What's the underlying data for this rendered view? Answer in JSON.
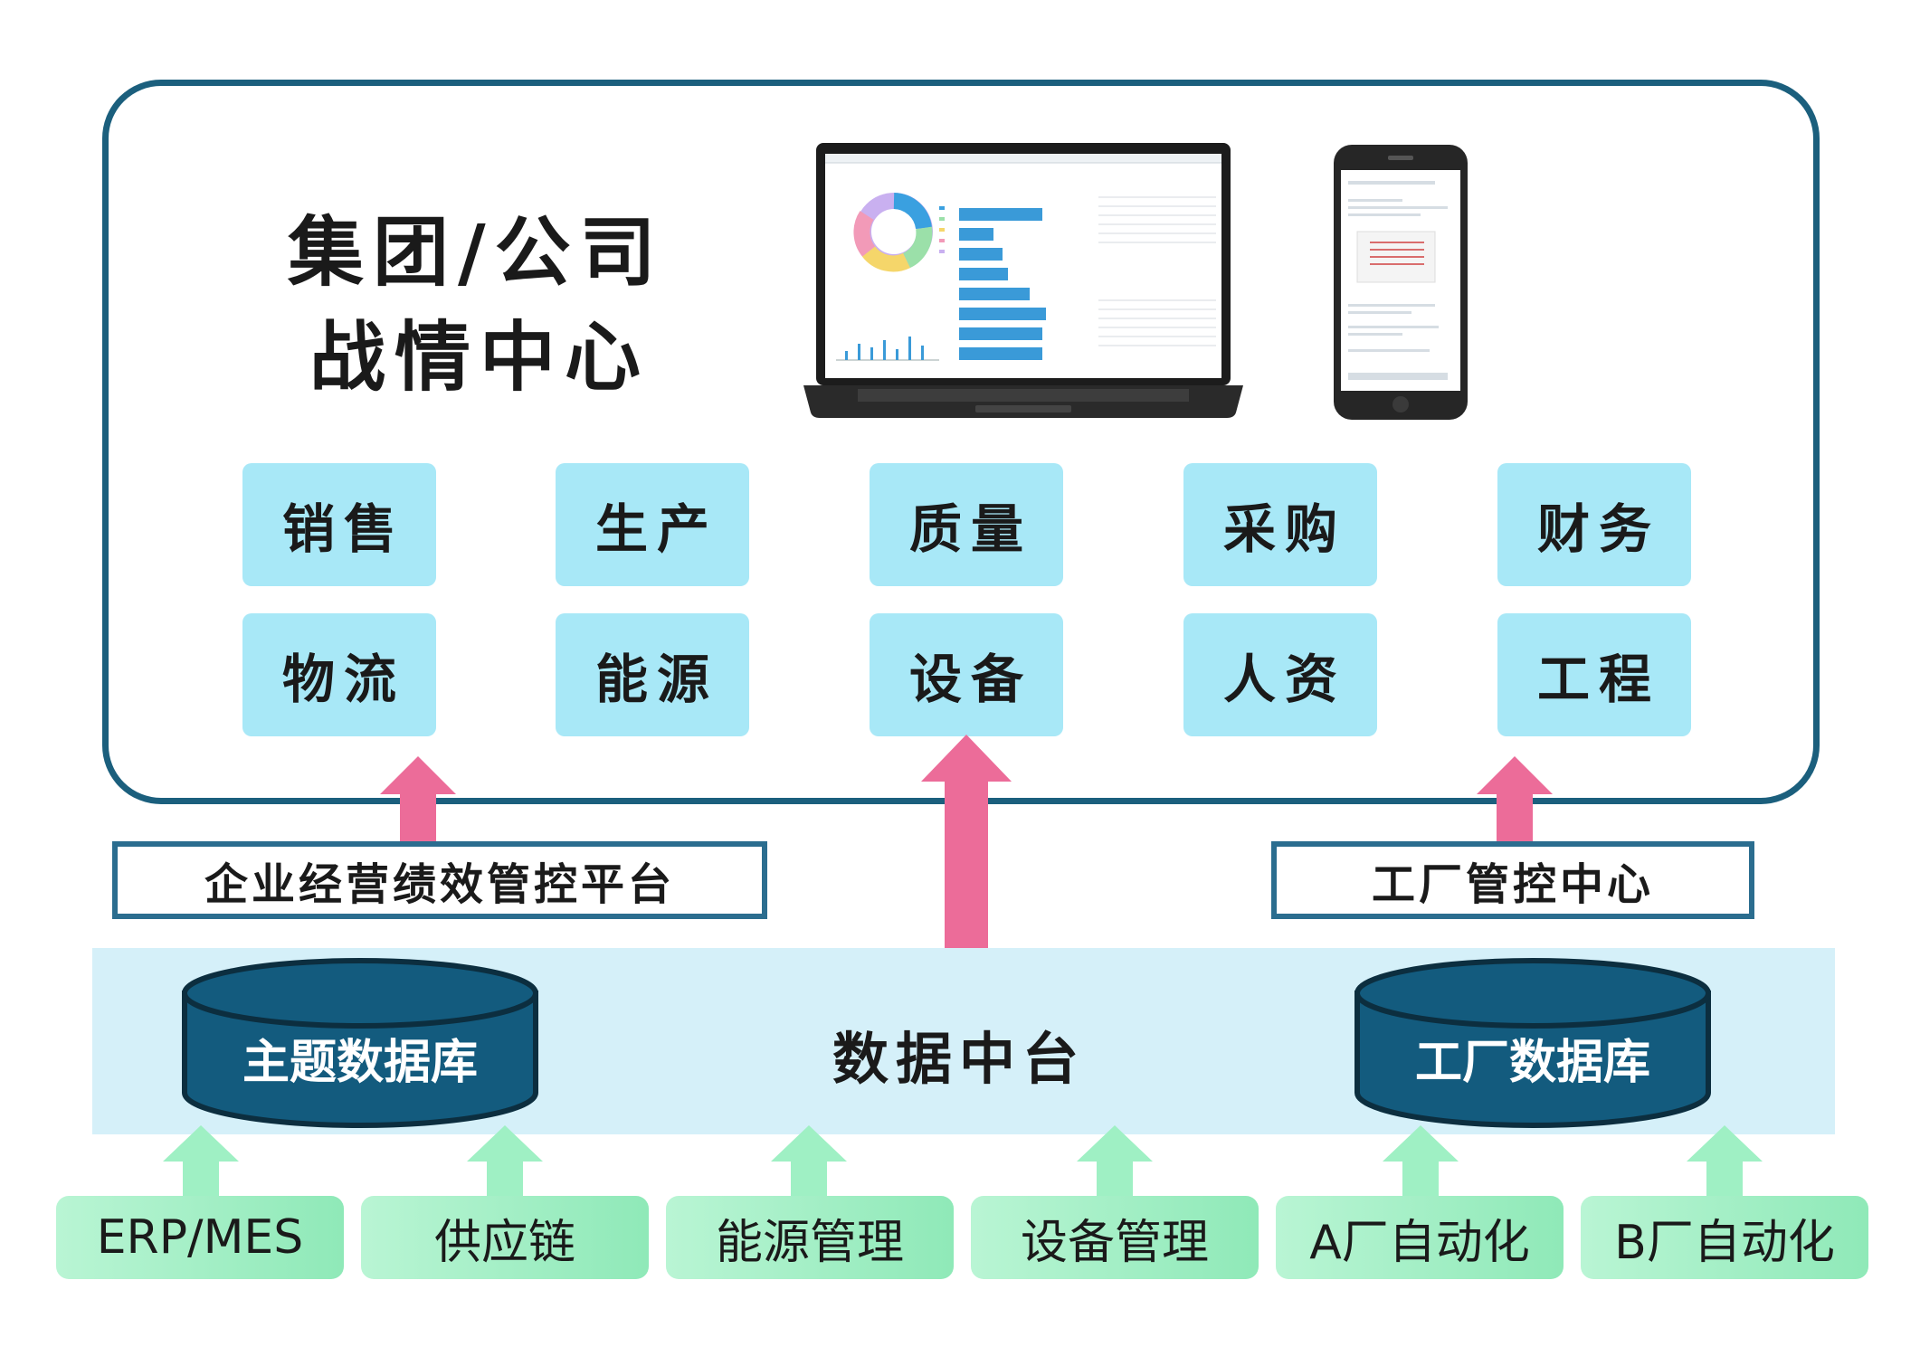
{
  "header": {
    "title_line1": "集团/公司",
    "title_line2": "战情中心"
  },
  "modules": [
    "销售",
    "生产",
    "质量",
    "采购",
    "财务",
    "物流",
    "能源",
    "设备",
    "人资",
    "工程"
  ],
  "platforms": {
    "left": "企业经营绩效管控平台",
    "right": "工厂管控中心"
  },
  "data_platform": {
    "label": "数据中台",
    "left_db": "主题数据库",
    "right_db": "工厂数据库"
  },
  "sources": [
    "ERP/MES",
    "供应链",
    "能源管理",
    "设备管理",
    "A厂自动化",
    "B厂自动化"
  ],
  "colors": {
    "panel_border": "#1b5f7d",
    "module_fill": "#a8e8f7",
    "platform_border": "#2b6d8f",
    "band_fill": "#d5f0f9",
    "db_fill": "#135b7e",
    "pink_arrow": "#ec6c99",
    "green_arrow": "#9ff0c4"
  },
  "icons": [
    "laptop-dashboard",
    "smartphone-chat"
  ]
}
